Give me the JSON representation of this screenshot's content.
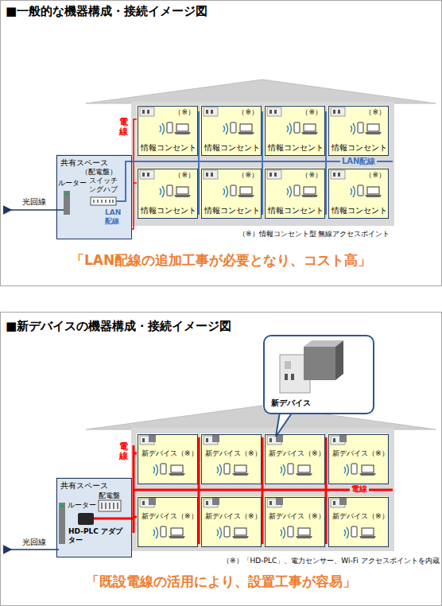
{
  "diagram": {
    "nodes": [
      {
        "text": [
          "■一般的な機器構成・接続イメージ図",
          "「LAN配線の追加工事が必要となり、コスト高」"
        ]
      },
      {
        "text": [
          "共有スペース",
          "（配電盤）"
        ],
        "in": 0
      },
      {
        "text": [
          "（※）",
          "情報コンセント"
        ],
        "in": 0
      },
      {
        "text": [
          "（※）",
          "情報コンセント"
        ],
        "in": 0
      },
      {
        "text": [
          "（※）",
          "情報コンセント"
        ],
        "in": 0
      },
      {
        "text": [
          "（※）",
          "情報コンセント"
        ],
        "in": 0
      },
      {
        "text": [
          "（※）",
          "情報コンセント"
        ],
        "in": 0
      },
      {
        "text": [
          "（※）",
          "情報コンセント"
        ],
        "in": 0
      },
      {
        "text": [
          "（※）",
          "情報コンセント"
        ],
        "in": 0
      },
      {
        "text": [
          "（※）",
          "情報コンセント"
        ],
        "in": 0
      },
      {
        "text": [
          "■新デバイスの機器構成・接続イメージ図",
          "「既設電線の活用により、設置工事が容易」"
        ]
      },
      {
        "text": [
          "新デバイス"
        ],
        "in": 10
      },
      {
        "text": [
          "共有スペース",
          "配電盤"
        ],
        "in": 10
      },
      {
        "text": [
          "新デバイス（※）"
        ],
        "in": 10
      },
      {
        "text": [
          "新デバイス（※）"
        ],
        "in": 10
      },
      {
        "text": [
          "新デバイス（※）"
        ],
        "in": 10
      },
      {
        "text": [
          "新デバイス（※）"
        ],
        "in": 10
      },
      {
        "text": [
          "新デバイス（※）"
        ],
        "in": 10
      },
      {
        "text": [
          "新デバイス（※）"
        ],
        "in": 10
      },
      {
        "text": [
          "新デバイス（※）"
        ],
        "in": 10
      },
      {
        "text": [
          "新デバイス（※）"
        ],
        "in": 10
      }
    ],
    "labels": [
      "ルーター",
      "スイッチングハブ",
      "光回線",
      "電線",
      "LAN配線",
      "LAN配線",
      "（※）情報コンセント型 無線アクセスポイント",
      "ルーター",
      "HD-PLC アダプター",
      "光回線",
      "電線",
      "電線",
      "（※）「HD-PLC」、電力センサー、Wi-Fi アクセスポイントを内蔵"
    ]
  }
}
